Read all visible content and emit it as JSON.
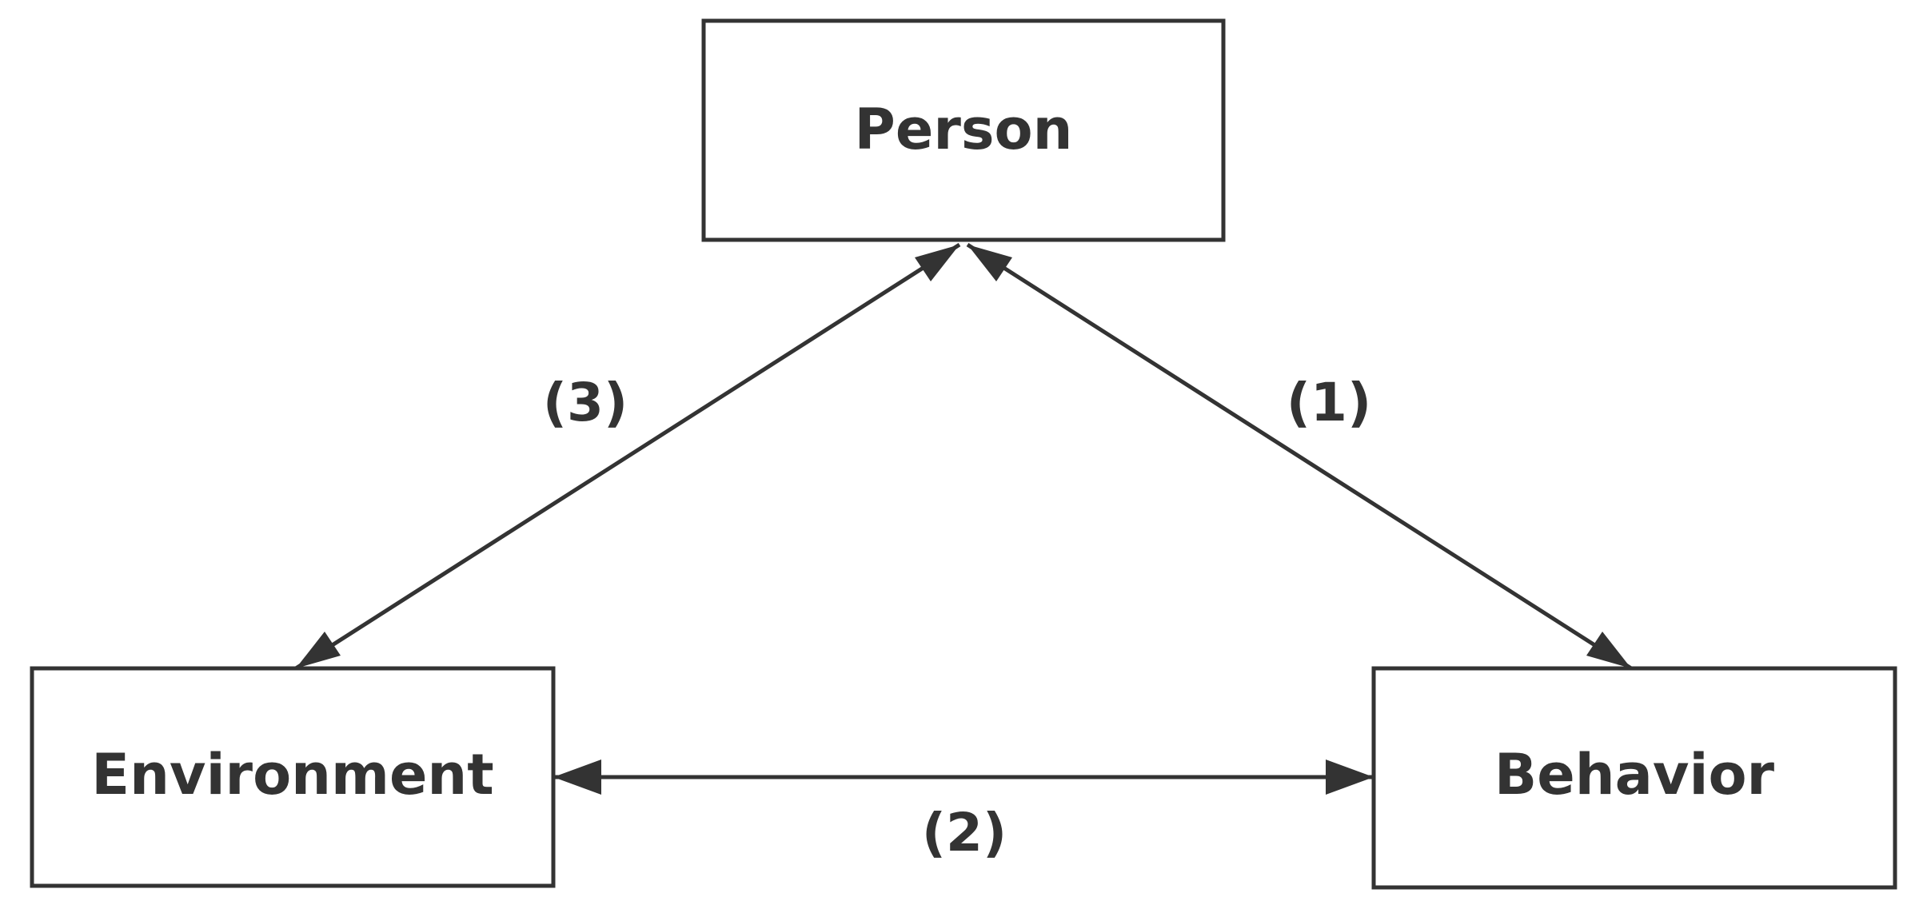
{
  "nodes": {
    "person": "Person",
    "environment": "Environment",
    "behavior": "Behavior"
  },
  "edges": {
    "person_behavior": "(1)",
    "environment_behavior": "(2)",
    "person_environment": "(3)"
  },
  "colors": {
    "stroke": "#333333",
    "text": "#333333",
    "background": "#ffffff"
  }
}
